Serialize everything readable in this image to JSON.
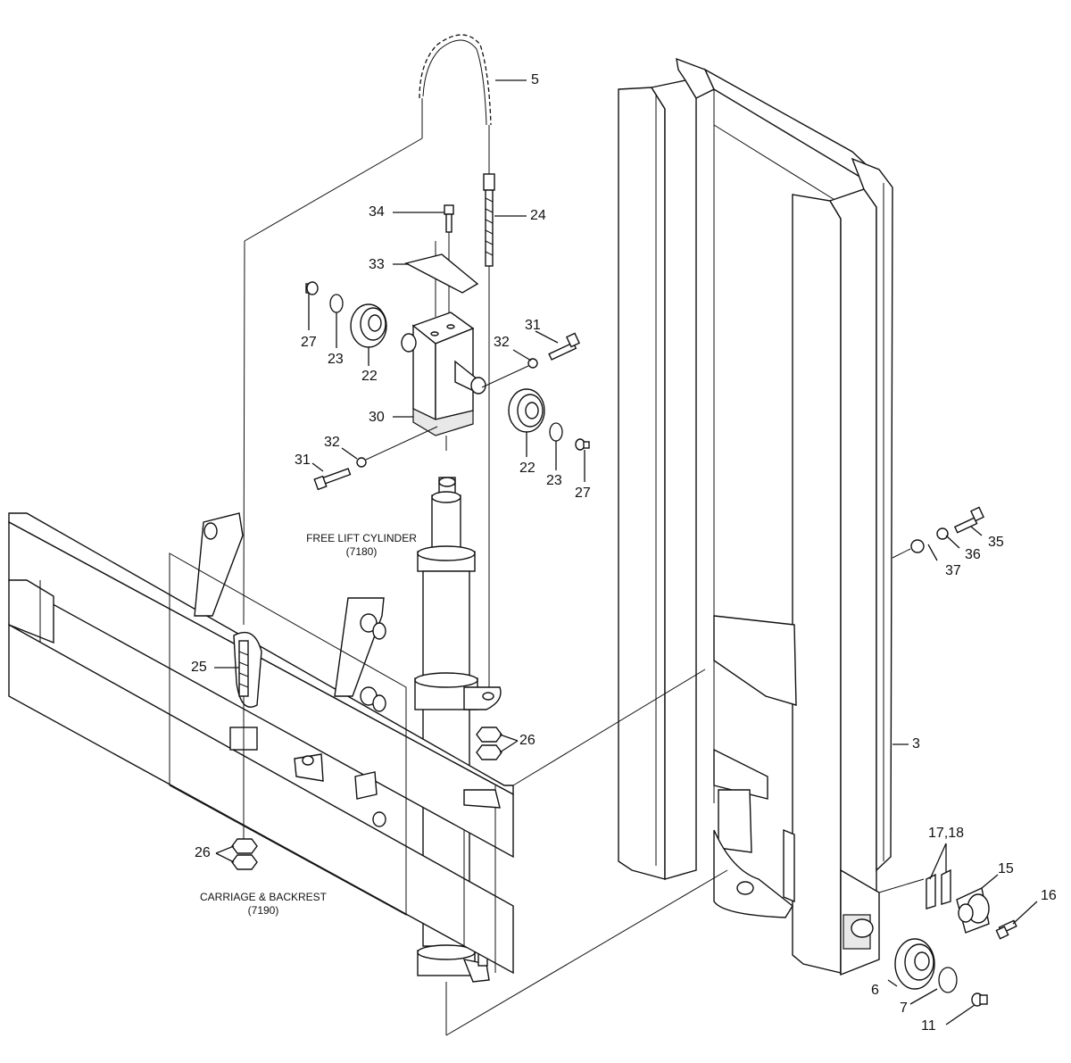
{
  "captions": {
    "free_lift_title": "FREE LIFT CYLINDER",
    "free_lift_code": "(7180)",
    "carriage_title": "CARRIAGE & BACKREST",
    "carriage_code": "(7190)"
  },
  "callouts": {
    "p3": "3",
    "p5": "5",
    "p6": "6",
    "p7": "7",
    "p11": "11",
    "p15": "15",
    "p16": "16",
    "p17_18": "17,18",
    "p22a": "22",
    "p22b": "22",
    "p23a": "23",
    "p23b": "23",
    "p24": "24",
    "p25": "25",
    "p26a": "26",
    "p26b": "26",
    "p27a": "27",
    "p27b": "27",
    "p30": "30",
    "p31a": "31",
    "p31b": "31",
    "p32a": "32",
    "p32b": "32",
    "p33": "33",
    "p34": "34",
    "p35": "35",
    "p36": "36",
    "p37": "37"
  }
}
